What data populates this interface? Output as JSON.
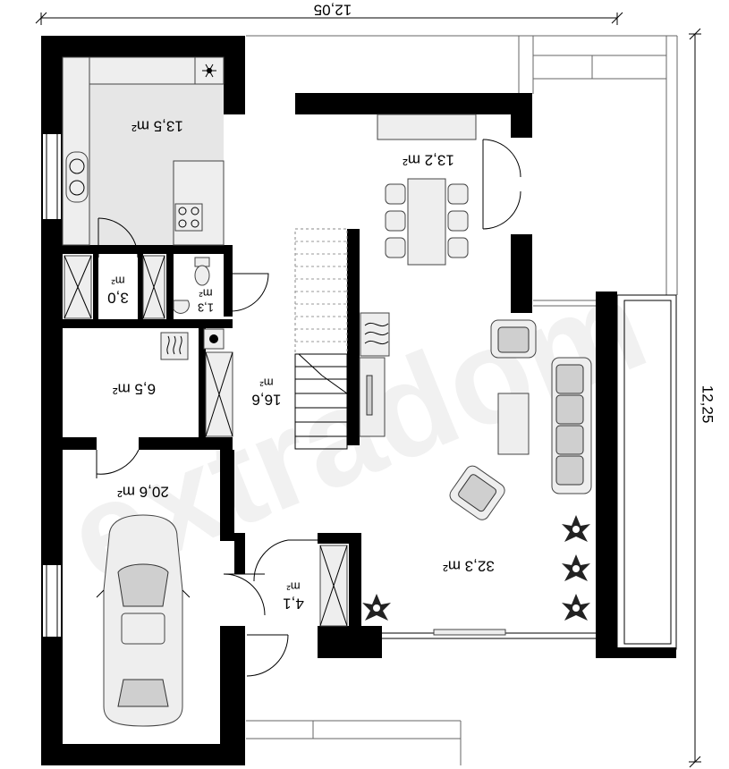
{
  "dimensions": {
    "width_label": "12,05",
    "height_label": "12,25"
  },
  "rooms": [
    {
      "id": "kitchen",
      "area": "13,5 m²"
    },
    {
      "id": "dining",
      "area": "13,2 m²"
    },
    {
      "id": "pantry",
      "area_line1": "3,0",
      "area_line2": "m²"
    },
    {
      "id": "wc",
      "area_line1": "1,3",
      "area_line2": "m²"
    },
    {
      "id": "boiler",
      "area": "6,5 m²"
    },
    {
      "id": "hall",
      "area_line1": "16,6",
      "area_line2": "m²"
    },
    {
      "id": "garage",
      "area": "20,6 m²"
    },
    {
      "id": "vestibule",
      "area_line1": "4,1",
      "area_line2": "m²"
    },
    {
      "id": "living",
      "area": "32,3 m²"
    }
  ],
  "watermark": "extradom",
  "colors": {
    "wall": "#000000",
    "kitchen_floor": "#e8e8e8",
    "furniture": "#eeeeee"
  },
  "icons": [
    "snowflake-icon",
    "stove-icon",
    "sink-icon",
    "toilet-icon",
    "heater-icon",
    "car-icon",
    "plant-icon",
    "fireplace-icon"
  ]
}
